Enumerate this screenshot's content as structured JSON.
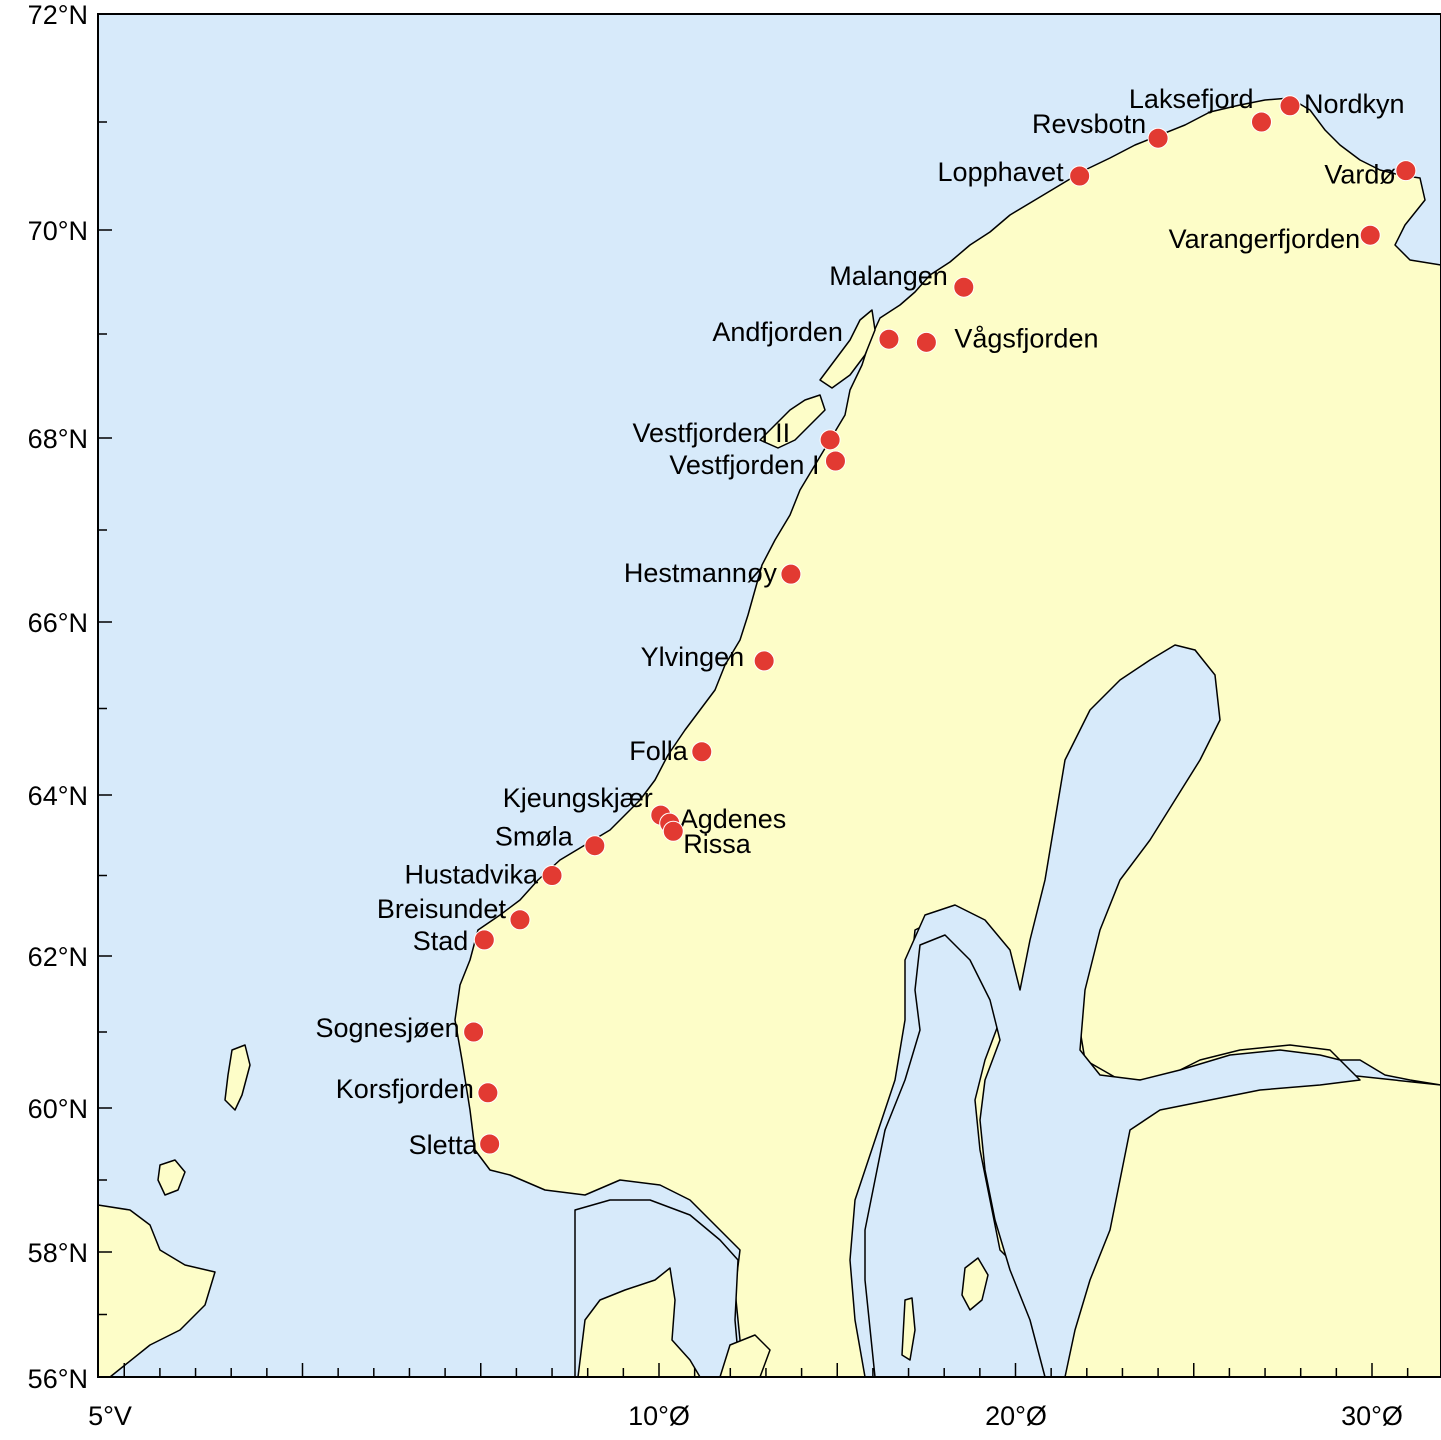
{
  "colors": {
    "sea": "#d7eafa",
    "land": "#fdfdc8",
    "marker": "#e23a32",
    "border": "#000000"
  },
  "axes": {
    "lat_labels": [
      "72°N",
      "70°N",
      "68°N",
      "66°N",
      "64°N",
      "62°N",
      "60°N",
      "58°N",
      "56°N"
    ],
    "lon_labels": [
      "5°V",
      "10°Ø",
      "20°Ø",
      "30°Ø"
    ]
  },
  "stations": [
    {
      "name": "Laksefjord",
      "lon": 26.9,
      "lat": 71.0
    },
    {
      "name": "Nordkyn",
      "lon": 27.7,
      "lat": 71.15
    },
    {
      "name": "Revsbotn",
      "lon": 24.0,
      "lat": 70.85
    },
    {
      "name": "Lopphavet",
      "lon": 21.8,
      "lat": 70.5
    },
    {
      "name": "Vardø",
      "lon": 30.95,
      "lat": 70.55
    },
    {
      "name": "Varangerfjorden",
      "lon": 29.95,
      "lat": 69.95
    },
    {
      "name": "Malangen",
      "lon": 18.55,
      "lat": 69.45
    },
    {
      "name": "Andfjorden",
      "lon": 16.45,
      "lat": 68.95
    },
    {
      "name": "Vågsfjorden",
      "lon": 17.5,
      "lat": 68.92
    },
    {
      "name": "Vestfjorden II",
      "lon": 14.8,
      "lat": 67.98
    },
    {
      "name": "Vestfjorden I",
      "lon": 14.95,
      "lat": 67.75
    },
    {
      "name": "Hestmannøy",
      "lon": 13.7,
      "lat": 66.52
    },
    {
      "name": "Ylvingen",
      "lon": 12.95,
      "lat": 65.55
    },
    {
      "name": "Folla",
      "lon": 11.2,
      "lat": 64.5
    },
    {
      "name": "Kjeungskjær",
      "lon": 10.05,
      "lat": 63.75
    },
    {
      "name": "Agdenes",
      "lon": 10.3,
      "lat": 63.65
    },
    {
      "name": "Rissa",
      "lon": 10.4,
      "lat": 63.55
    },
    {
      "name": "Smøla",
      "lon": 8.2,
      "lat": 63.37
    },
    {
      "name": "Hustadvika",
      "lon": 7.0,
      "lat": 63.0
    },
    {
      "name": "Breisundet",
      "lon": 6.1,
      "lat": 62.45
    },
    {
      "name": "Stad",
      "lon": 5.1,
      "lat": 62.2
    },
    {
      "name": "Sognesjøen",
      "lon": 4.8,
      "lat": 61.0
    },
    {
      "name": "Korsfjorden",
      "lon": 5.2,
      "lat": 60.2
    },
    {
      "name": "Sletta",
      "lon": 5.25,
      "lat": 59.5
    }
  ]
}
